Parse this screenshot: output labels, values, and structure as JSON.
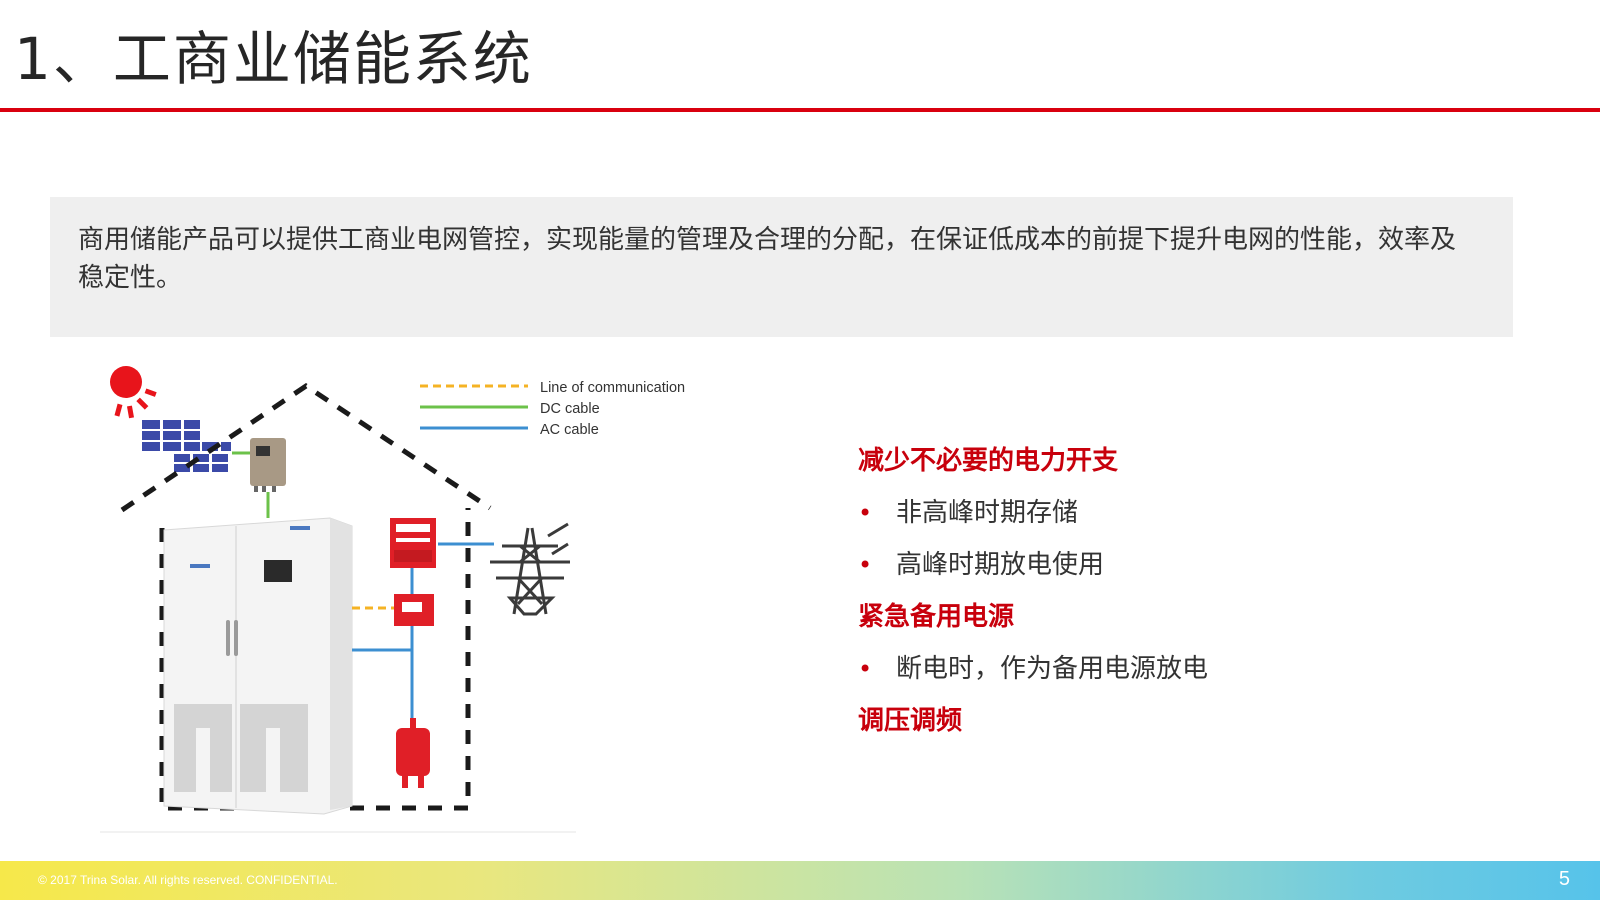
{
  "header": {
    "title": "1、工商业储能系统"
  },
  "intro": {
    "text": "商用储能产品可以提供工商业电网管控，实现能量的管理及合理的分配，在保证低成本的前提下提升电网的性能，效率及稳定性。"
  },
  "diagram": {
    "legend": [
      {
        "label": "Line of communication",
        "color": "#f5b324"
      },
      {
        "label": "DC cable",
        "color": "#6cc24a"
      },
      {
        "label": "AC cable",
        "color": "#3c8fd1"
      }
    ]
  },
  "benefits": {
    "section1": {
      "heading": "减少不必要的电力开支",
      "items": [
        "非高峰时期存储",
        "高峰时期放电使用"
      ]
    },
    "section2": {
      "heading": "紧急备用电源",
      "items": [
        "断电时，作为备用电源放电"
      ]
    },
    "section3": {
      "heading": "调压调频"
    },
    "bullet_glyph": "•"
  },
  "footer": {
    "copyright": "© 2017 Trina Solar. All rights reserved. CONFIDENTIAL.",
    "page_number": "5"
  },
  "colors": {
    "accent_red": "#d9000f",
    "heading_red": "#c8000c",
    "panel_gray": "#efefef"
  }
}
